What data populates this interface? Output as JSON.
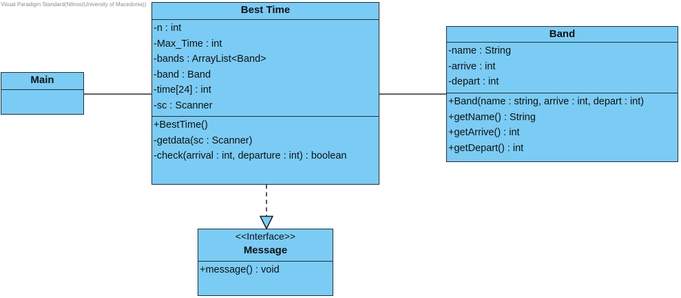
{
  "watermark": "Visual Paradigm Standard(Ntinos(University of Macedonia))",
  "classes": {
    "main": {
      "name": "Main"
    },
    "best_time": {
      "name": "Best Time",
      "attributes": [
        "-n : int",
        "-Max_Time : int",
        "-bands : ArrayList<Band>",
        "-band : Band",
        "-time[24] : int",
        "-sc : Scanner"
      ],
      "operations": [
        "+BestTime()",
        "-getdata(sc : Scanner)",
        "-check(arrival : int, departure : int) : boolean"
      ]
    },
    "band": {
      "name": "Band",
      "attributes": [
        "-name : String",
        "-arrive : int",
        "-depart : int"
      ],
      "operations": [
        "+Band(name : string, arrive : int, depart : int)",
        "+getName() : String",
        "+getArrive() : int",
        "+getDepart() : int"
      ]
    },
    "message": {
      "stereotype": "<<Interface>>",
      "name": "Message",
      "operations": [
        "+message() : void"
      ]
    }
  },
  "colors": {
    "class_fill": "#7accf4",
    "class_border": "#1f2d3a",
    "line": "#000000"
  }
}
